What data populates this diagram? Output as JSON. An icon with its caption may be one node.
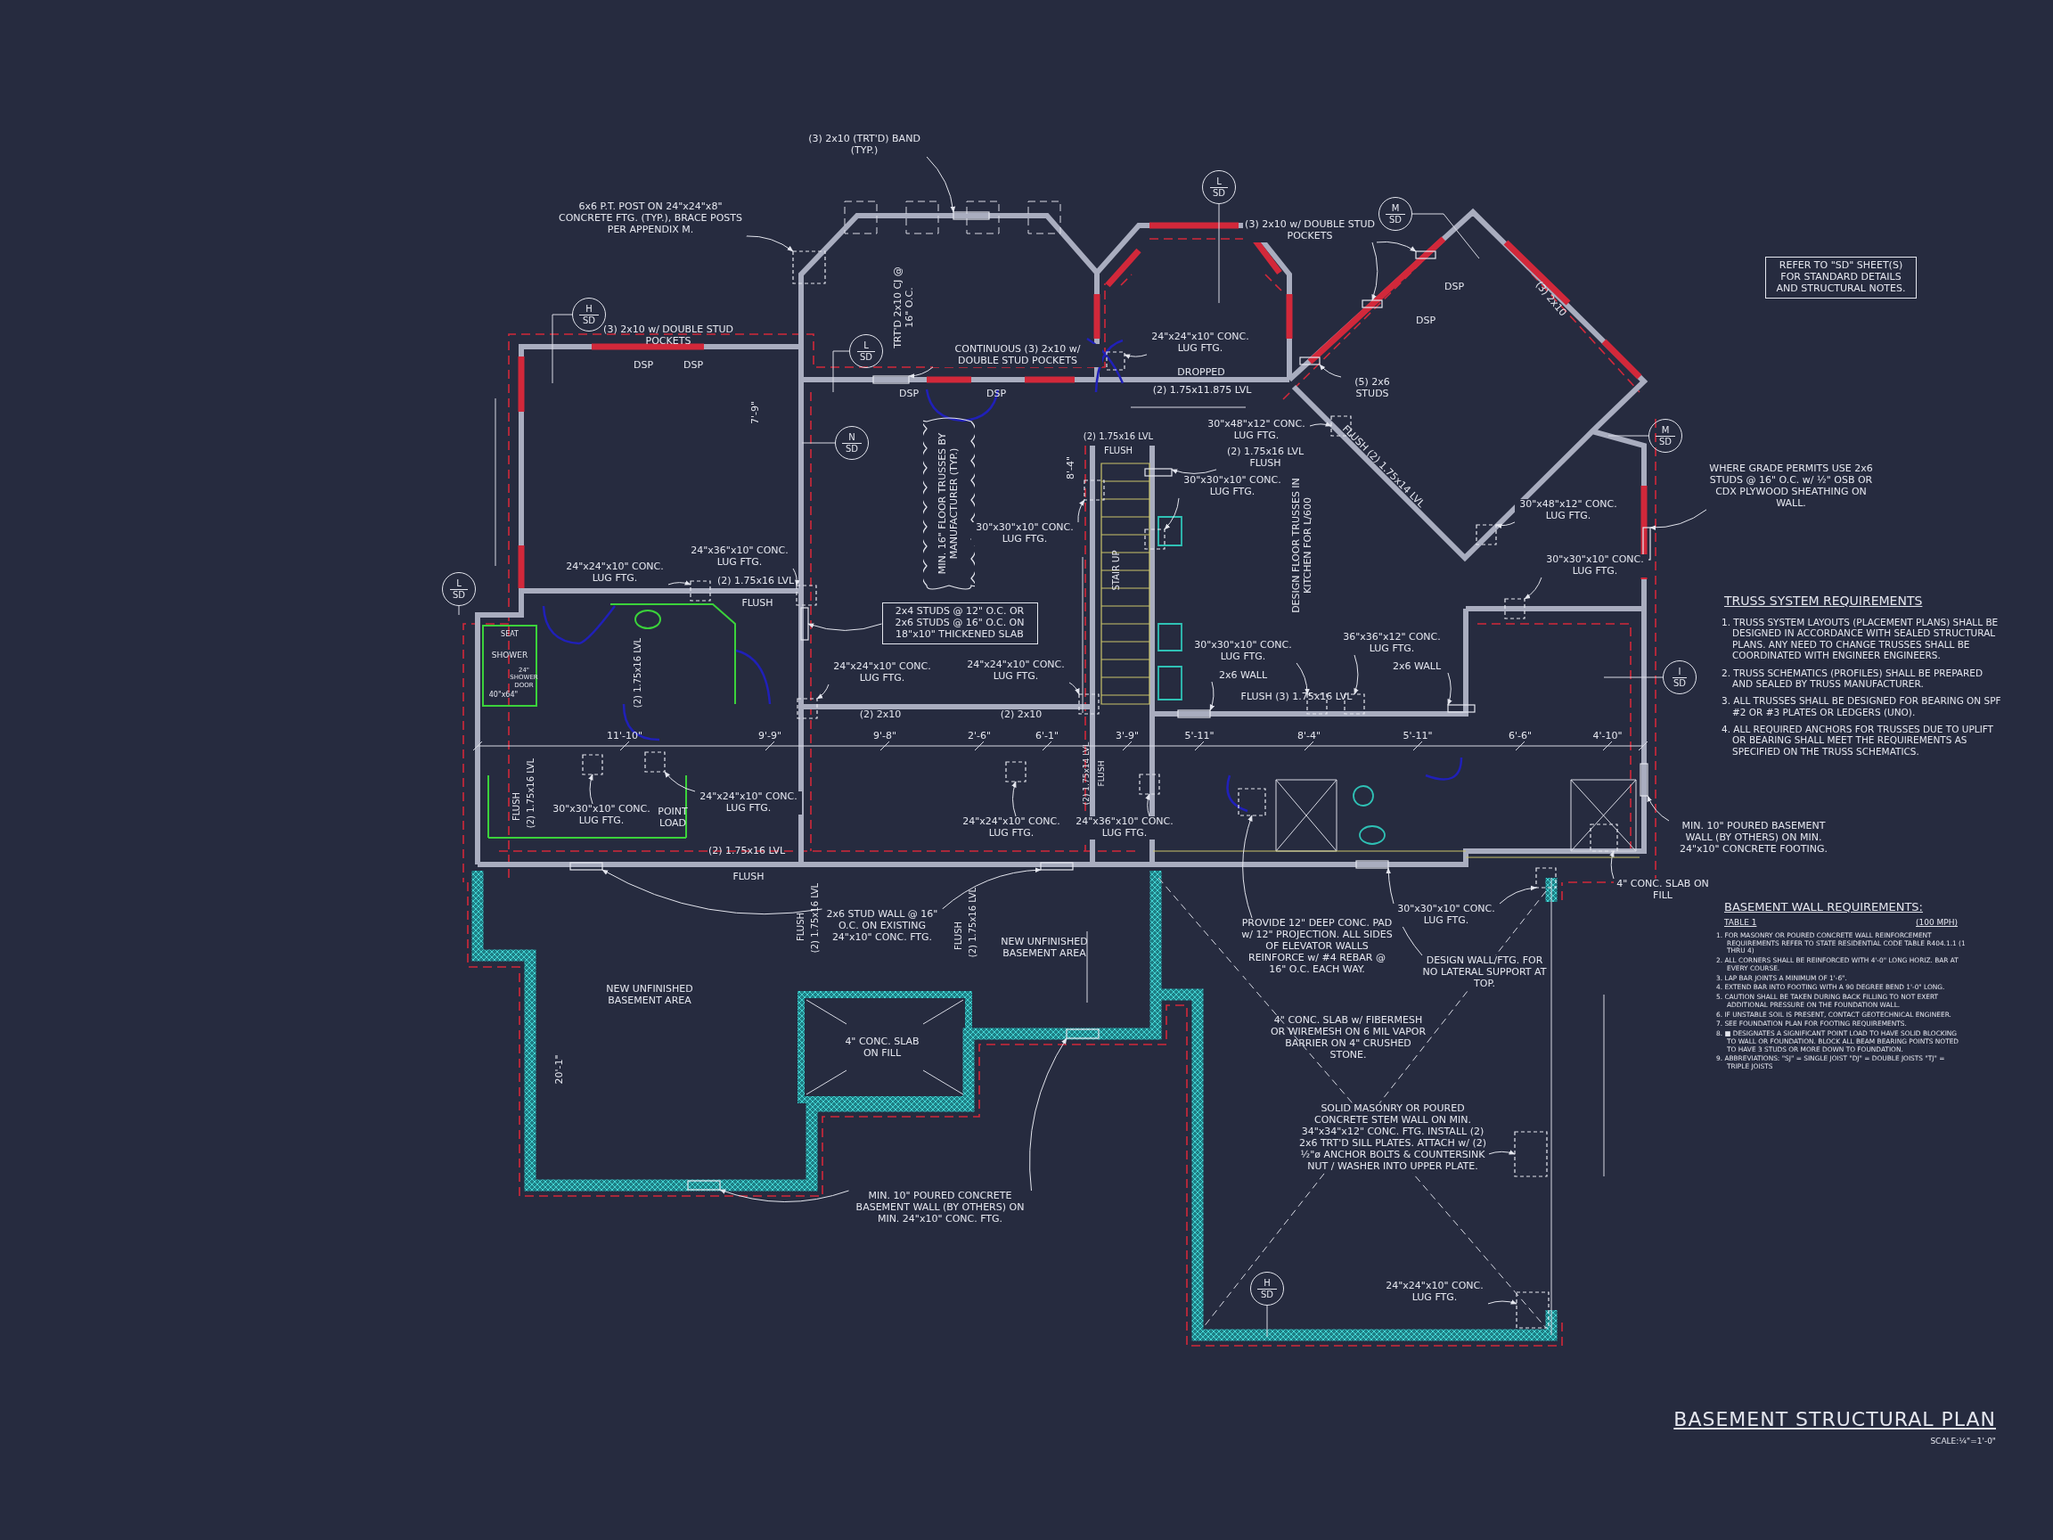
{
  "diagram": {
    "title": "BASEMENT STRUCTURAL PLAN",
    "nodes": [
      {
        "text": [
          "(3) 2x10 (TRT'D) BAND (TYP.)"
        ]
      },
      {
        "text": [
          "6x6 P.T. POST ON 24\"x24\"x8\" CONCRETE FTG. (TYP.), BRACE POSTS PER APPENDIX M."
        ]
      },
      {
        "text": [
          "H",
          "SD"
        ]
      },
      {
        "text": [
          "L",
          "SD"
        ]
      },
      {
        "text": [
          "CONTINUOUS (3) 2x10 w/ DOUBLE STUD POCKETS"
        ]
      },
      {
        "text": [
          "L",
          "SD"
        ]
      },
      {
        "text": [
          "M",
          "SD"
        ]
      },
      {
        "text": [
          "(3) 2x10 w/ DOUBLE STUD POCKETS"
        ]
      },
      {
        "text": [
          "24\"x24\"x10\" CONC. LUG FTG."
        ]
      },
      {
        "text": [
          "(5) 2x6 STUDS"
        ]
      },
      {
        "text": [
          "30\"x48\"x12\" CONC. LUG FTG."
        ]
      },
      {
        "text": [
          "(2) 1.75x16 LVL FLUSH"
        ]
      },
      {
        "text": [
          "30\"x30\"x10\" CONC. LUG FTG."
        ]
      },
      {
        "text": [
          "N",
          "SD"
        ]
      },
      {
        "text": [
          "MIN. 16\" FLOOR TRUSSES BY MANUFACTURER (TYP.)"
        ]
      },
      {
        "text": [
          "30\"x30\"x10\" CONC. LUG FTG."
        ]
      },
      {
        "text": [
          "24\"x36\"x10\" CONC. LUG FTG."
        ]
      },
      {
        "text": [
          "24\"x24\"x10\" CONC. LUG FTG."
        ]
      },
      {
        "text": [
          "L",
          "SD"
        ]
      },
      {
        "text": [
          "2x4 STUDS @ 12\" O.C. OR 2x6 STUDS @ 16\" O.C. ON 18\"x10\" THICKENED SLAB"
        ]
      },
      {
        "text": [
          "24\"x24\"x10\" CONC. LUG FTG."
        ]
      },
      {
        "text": [
          "24\"x24\"x10\" CONC. LUG FTG."
        ]
      },
      {
        "text": [
          "30\"x30\"x10\" CONC. LUG FTG."
        ]
      },
      {
        "text": [
          "2x6 WALL"
        ]
      },
      {
        "text": [
          "36\"x36\"x12\" CONC. LUG FTG."
        ]
      },
      {
        "text": [
          "2x6 WALL"
        ]
      },
      {
        "text": [
          "30\"x48\"x12\" CONC. LUG FTG."
        ]
      },
      {
        "text": [
          "30\"x30\"x10\" CONC. LUG FTG."
        ]
      },
      {
        "text": [
          "M",
          "SD"
        ]
      },
      {
        "text": [
          "WHERE GRADE PERMITS USE 2x6 STUDS @ 16\" O.C. w/ ½\" OSB OR CDX PLYWOOD SHEATHING ON WALL."
        ]
      },
      {
        "text": [
          "I",
          "SD"
        ]
      },
      {
        "text": [
          "REFER TO \"SD\" SHEET(S) FOR STANDARD DETAILS AND STRUCTURAL NOTES."
        ]
      },
      {
        "text": [
          "30\"x30\"x10\" CONC. LUG FTG."
        ]
      },
      {
        "text": [
          "24\"x24\"x10\" CONC. LUG FTG."
        ]
      },
      {
        "text": [
          "24\"x24\"x10\" CONC. LUG FTG."
        ]
      },
      {
        "text": [
          "24\"x36\"x10\" CONC. LUG FTG."
        ]
      },
      {
        "text": [
          "2x6 STUD WALL @ 16\" O.C. ON EXISTING 24\"x10\" CONC. FTG."
        ]
      },
      {
        "text": [
          "MIN. 10\" POURED CONCRETE BASEMENT WALL (BY OTHERS) ON MIN. 24\"x10\" CONC. FTG."
        ]
      },
      {
        "text": [
          "PROVIDE 12\" DEEP CONC. PAD w/ 12\" PROJECTION. ALL SIDES OF ELEVATOR WALLS REINFORCE w/ #4 REBAR @ 16\" O.C. EACH WAY."
        ]
      },
      {
        "text": [
          "30\"x30\"x10\" CONC. LUG FTG."
        ]
      },
      {
        "text": [
          "DESIGN WALL/FTG. FOR NO LATERAL SUPPORT AT TOP."
        ]
      },
      {
        "text": [
          "SOLID MASONRY OR POURED CONCRETE STEM WALL ON MIN. 34\"x34\"x12\" CONC. FTG. INSTALL (2) 2x6 TRT'D SILL PLATES. ATTACH w/ (2) ½\"ø ANCHOR BOLTS & COUNTERSINK NUT / WASHER INTO UPPER PLATE."
        ]
      },
      {
        "text": [
          "H",
          "SD"
        ]
      },
      {
        "text": [
          "24\"x24\"x10\" CONC. LUG FTG."
        ]
      },
      {
        "text": [
          "4\" CONC. SLAB ON FILL"
        ]
      },
      {
        "text": [
          "MIN. 10\" POURED BASEMENT WALL (BY OTHERS) ON MIN. 24\"x10\" CONCRETE FOOTING."
        ]
      },
      {
        "text": [],
        "shape": "bar"
      },
      {
        "text": [],
        "shape": "box"
      },
      {
        "text": [],
        "shape": "bar"
      },
      {
        "text": [],
        "shape": "bar"
      },
      {
        "text": [],
        "shape": "bar"
      },
      {
        "text": [],
        "shape": "box"
      },
      {
        "text": [],
        "shape": "bar"
      },
      {
        "text": [],
        "shape": "box"
      },
      {
        "text": [],
        "shape": "bar"
      },
      {
        "text": [],
        "shape": "box"
      },
      {
        "text": [],
        "shape": "box"
      },
      {
        "text": [],
        "shape": "box"
      },
      {
        "text": [],
        "shape": "box"
      },
      {
        "text": [],
        "shape": "bar"
      },
      {
        "text": [],
        "shape": "box"
      },
      {
        "text": [],
        "shape": "box"
      },
      {
        "text": [],
        "shape": "box"
      },
      {
        "text": [],
        "shape": "bar"
      },
      {
        "text": [],
        "shape": "box"
      },
      {
        "text": [],
        "shape": "bar"
      },
      {
        "text": [],
        "shape": "box"
      },
      {
        "text": [],
        "shape": "box"
      },
      {
        "text": [],
        "shape": "bar"
      },
      {
        "text": [],
        "shape": "box"
      },
      {
        "text": [],
        "shape": "box"
      },
      {
        "text": [],
        "shape": "box"
      },
      {
        "text": [],
        "shape": "box"
      },
      {
        "text": [],
        "shape": "bar"
      },
      {
        "text": [],
        "shape": "bar"
      },
      {
        "text": [],
        "shape": "bar"
      },
      {
        "text": [],
        "shape": "bar"
      },
      {
        "text": [],
        "shape": "box"
      },
      {
        "text": [],
        "shape": "box"
      },
      {
        "text": [],
        "shape": "bar"
      },
      {
        "text": [],
        "shape": "box"
      },
      {
        "text": [],
        "shape": "box"
      },
      {
        "text": [],
        "shape": "box"
      },
      {
        "text": [],
        "shape": "bar"
      }
    ],
    "edges": [
      {
        "from": 0,
        "to": 46,
        "arrow": "to"
      },
      {
        "from": 1,
        "to": 47,
        "arrow": "to"
      },
      {
        "from": 4,
        "to": 48,
        "arrow": "to"
      },
      {
        "from": 7,
        "to": 49,
        "arrow": "to"
      },
      {
        "from": 7,
        "to": 50,
        "arrow": "to"
      },
      {
        "from": 8,
        "to": 51,
        "arrow": "to"
      },
      {
        "from": 9,
        "to": 52,
        "arrow": "to"
      },
      {
        "from": 10,
        "to": 53,
        "arrow": "to"
      },
      {
        "from": 11,
        "to": 54,
        "arrow": "to"
      },
      {
        "from": 12,
        "to": 55,
        "arrow": "to"
      },
      {
        "from": 15,
        "to": 56,
        "arrow": "to"
      },
      {
        "from": 16,
        "to": 57,
        "arrow": "to"
      },
      {
        "from": 17,
        "to": 58,
        "arrow": "to"
      },
      {
        "from": 19,
        "to": 59,
        "arrow": "to"
      },
      {
        "from": 20,
        "to": 60,
        "arrow": "to"
      },
      {
        "from": 21,
        "to": 61,
        "arrow": "to"
      },
      {
        "from": 22,
        "to": 62,
        "arrow": "to"
      },
      {
        "from": 23,
        "to": 63,
        "arrow": "to"
      },
      {
        "from": 24,
        "to": 64,
        "arrow": "to"
      },
      {
        "from": 25,
        "to": 65,
        "arrow": "to"
      },
      {
        "from": 26,
        "to": 66,
        "arrow": "to"
      },
      {
        "from": 27,
        "to": 67,
        "arrow": "to"
      },
      {
        "from": 29,
        "to": 68,
        "arrow": "to"
      },
      {
        "from": 32,
        "to": 69,
        "arrow": "to"
      },
      {
        "from": 33,
        "to": 70,
        "arrow": "to"
      },
      {
        "from": 34,
        "to": 71,
        "arrow": "to"
      },
      {
        "from": 35,
        "to": 72,
        "arrow": "to"
      },
      {
        "from": 36,
        "to": 73,
        "arrow": "to"
      },
      {
        "from": 36,
        "to": 74,
        "arrow": "to"
      },
      {
        "from": 37,
        "to": 75,
        "arrow": "to"
      },
      {
        "from": 37,
        "to": 76,
        "arrow": "to"
      },
      {
        "from": 38,
        "to": 77,
        "arrow": "to"
      },
      {
        "from": 39,
        "to": 78,
        "arrow": "to"
      },
      {
        "from": 40,
        "to": 79,
        "arrow": "to"
      },
      {
        "from": 41,
        "to": 80,
        "arrow": "to"
      },
      {
        "from": 43,
        "to": 81,
        "arrow": "to"
      },
      {
        "from": 44,
        "to": 82,
        "arrow": "to"
      },
      {
        "from": 45,
        "to": 83,
        "arrow": "to"
      }
    ],
    "labels": [
      "TRT'D 2x10 CJ @ 16\" O.C.",
      "(3) 2x10 w/ DOUBLE STUD POCKETS",
      "DSP",
      "DSP",
      "DSP",
      "DSP",
      "DSP",
      "DSP",
      "(3) 2x10",
      "DROPPED",
      "(2) 1.75x11.875 LVL",
      "7'-9\"",
      "8'-4\"",
      "(2) 1.75x16 LVL",
      "FLUSH",
      "STAIR UP",
      "DESIGN FLOOR TRUSSES IN KITCHEN FOR L/600",
      "FLUSH (2) 1.75x14 LVL",
      "(2) 1.75x16 LVL",
      "FLUSH",
      "SEAT",
      "SHOWER",
      "24\" SHOWER DOOR",
      "40\"x64\"",
      "(2) 1.75x16 LVL",
      "(2) 2x10",
      "(2) 2x10",
      "FLUSH (3) 1.75x16 LVL",
      "11'-10\"",
      "9'-9\"",
      "9'-8\"",
      "2'-6\"",
      "6'-1\"",
      "3'-9\"",
      "5'-11\"",
      "8'-4\"",
      "5'-11\"",
      "6'-6\"",
      "4'-10\"",
      "(2) 1.75x14 LVL",
      "FLUSH",
      "FLUSH",
      "(2) 1.75x16 LVL",
      "POINT LOAD",
      "(2) 1.75x16 LVL",
      "FLUSH",
      "FLUSH",
      "(2) 1.75x16 LVL",
      "FLUSH",
      "(2) 1.75x16 LVL",
      "NEW UNFINISHED BASEMENT AREA",
      "NEW UNFINISHED BASEMENT AREA",
      "20'-1\"",
      "4\" CONC. SLAB ON FILL",
      "4\" CONC. SLAB w/ FIBERMESH OR WIREMESH ON 6 MIL VAPOR BARRIER ON 4\" CRUSHED STONE.",
      "TRUSS SYSTEM REQUIREMENTS",
      "1. TRUSS SYSTEM LAYOUTS (PLACEMENT PLANS) SHALL BE DESIGNED IN ACCORDANCE WITH SEALED STRUCTURAL PLANS. ANY NEED TO CHANGE TRUSSES SHALL BE COORDINATED WITH ENGINEER ENGINEERS.",
      "2. TRUSS SCHEMATICS (PROFILES) SHALL BE PREPARED AND SEALED BY TRUSS MANUFACTURER.",
      "3. ALL TRUSSES SHALL BE DESIGNED FOR BEARING ON SPF #2 OR #3 PLATES OR LEDGERS (UNO).",
      "4. ALL REQUIRED ANCHORS FOR TRUSSES DUE TO UPLIFT OR BEARING SHALL MEET THE REQUIREMENTS AS SPECIFIED ON THE TRUSS SCHEMATICS.",
      "BASEMENT WALL REQUIREMENTS:",
      "TABLE 1",
      "(100 MPH)",
      "1. FOR MASONRY OR POURED CONCRETE WALL REINFORCEMENT REQUIREMENTS REFER TO STATE RESIDENTIAL CODE TABLE R404.1.1 (1 THRU 4)",
      "2. ALL CORNERS SHALL BE REINFORCED WITH 4'-0\" LONG HORIZ. BAR AT EVERY COURSE.",
      "3. LAP BAR JOINTS A MINIMUM OF 1'-6\".",
      "4. EXTEND BAR INTO FOOTING WITH A 90 DEGREE BEND 1'-0\" LONG.",
      "5. CAUTION SHALL BE TAKEN DURING BACK FILLING TO NOT EXERT ADDITIONAL PRESSURE ON THE FOUNDATION WALL.",
      "6. IF UNSTABLE SOIL IS PRESENT, CONTACT GEOTECHNICAL ENGINEER.",
      "7. SEE FOUNDATION PLAN FOR FOOTING REQUIREMENTS.",
      "8. ■ DESIGNATES A SIGNIFICANT POINT LOAD TO HAVE SOLID BLOCKING TO WALL OR FOUNDATION. BLOCK ALL BEAM BEARING POINTS NOTED TO HAVE 3 STUDS OR MORE DOWN TO FOUNDATION.",
      "9. ABBREVIATIONS: \"SJ\" = SINGLE JOIST \"DJ\" = DOUBLE JOISTS \"TJ\" = TRIPLE JOISTS",
      "SCALE:¼\"=1'-0\""
    ]
  }
}
